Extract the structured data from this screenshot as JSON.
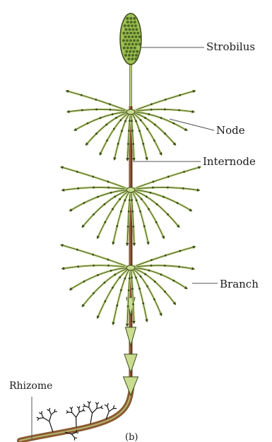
{
  "labels": {
    "strobilus": "Strobilus",
    "node": "Node",
    "internode": "Internode",
    "branch": "Branch",
    "rhizome": "Rhizome",
    "figure": "(b)"
  },
  "colors": {
    "foliage": "#c9dc8f",
    "foliage_dark": "#3a4a1a",
    "stem": "#6b3a22",
    "rhizome": "#8a5a30",
    "strobilus": "#9fbf55",
    "leader": "#555555"
  }
}
